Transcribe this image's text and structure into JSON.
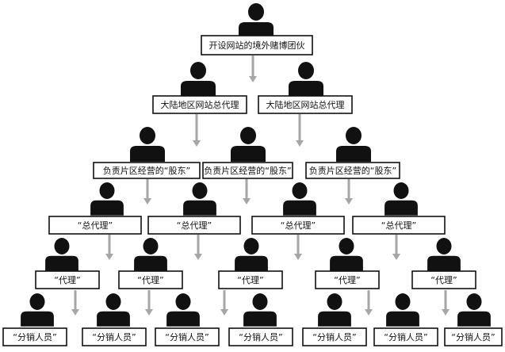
{
  "labels": {
    "top": "开设网站的境外赌博团伙",
    "general_agent": "大陆地区网站总代理",
    "shareholder": "负责片区经营的“股东”",
    "chief_agent": "“总代理”",
    "agent": "“代理”",
    "distributor": "“分销人员”"
  },
  "colors": {
    "figure": "#111111",
    "arrow": "#a6a6a6",
    "border": "#111111",
    "background": "#ffffff"
  },
  "icons": {
    "person": "person-icon",
    "arrow": "arrow-down-icon"
  }
}
